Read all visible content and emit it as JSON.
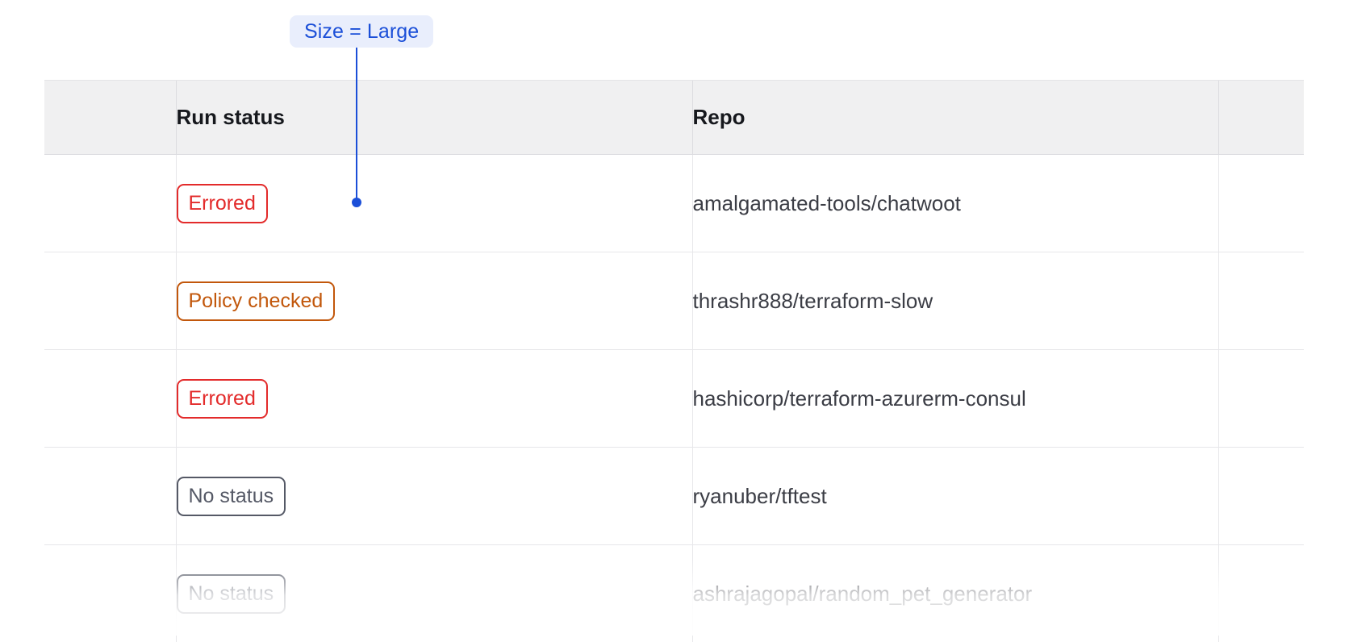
{
  "annotation": {
    "label": "Size = Large",
    "accent_color": "#1b4fd8",
    "background_color": "#e9eefc"
  },
  "table": {
    "columns": [
      {
        "key": "select",
        "label": ""
      },
      {
        "key": "run_status",
        "label": "Run status"
      },
      {
        "key": "repo",
        "label": "Repo"
      }
    ],
    "rows": [
      {
        "run_status": "Errored",
        "status_variant": "errored",
        "repo": "amalgamated-tools/chatwoot"
      },
      {
        "run_status": "Policy checked",
        "status_variant": "policy-checked",
        "repo": "thrashr888/terraform-slow"
      },
      {
        "run_status": "Errored",
        "status_variant": "errored",
        "repo": "hashicorp/terraform-azurerm-consul"
      },
      {
        "run_status": "No status",
        "status_variant": "no-status",
        "repo": "ryanuber/tftest"
      },
      {
        "run_status": "No status",
        "status_variant": "no-status",
        "repo": "ashrajagopal/random_pet_generator"
      }
    ],
    "status_colors": {
      "errored": "#e32b2b",
      "policy-checked": "#c2570b",
      "no-status": "#555966"
    }
  }
}
